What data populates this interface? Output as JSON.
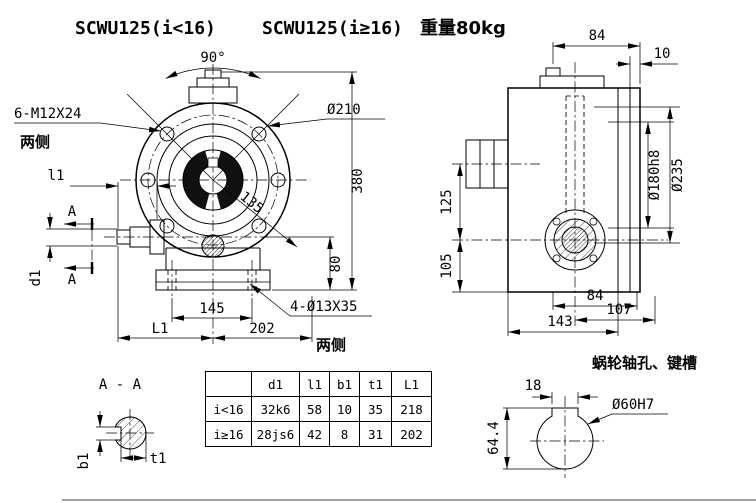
{
  "titles": {
    "model_low": "SCWU125(i<16)",
    "model_high": "SCWU125(i≥16)",
    "weight": "重量80kg"
  },
  "front_view": {
    "angle_label": "90°",
    "bolt_callout": "6-M12X24",
    "both_sides": "两侧",
    "outer_dia": "Ø210",
    "overall_height": "380",
    "dim_135": "135",
    "dim_80": "80",
    "dim_145": "145",
    "dim_202": "202",
    "foot_holes": "4-Ø13X35",
    "shaft_len": "l1",
    "section_mark": "A",
    "shaft_dia": "d1",
    "overall_len": "L1"
  },
  "side_view": {
    "top_width": "84",
    "flange_thickness": "10",
    "bore_dia": "Ø180h8",
    "boss_dia": "Ø235",
    "center_height": "125",
    "base_height": "105",
    "bottom_width": "84",
    "dim_107": "107",
    "dim_143": "143"
  },
  "section_view": {
    "title": "A - A",
    "key_width": "b1",
    "key_depth": "t1"
  },
  "keyway_view": {
    "title": "蜗轮轴孔、键槽",
    "key_width": "18",
    "bore": "Ø60H7",
    "depth": "64.4"
  },
  "table": {
    "headers": [
      "",
      "d1",
      "l1",
      "b1",
      "t1",
      "L1"
    ],
    "rows": [
      {
        "label": "i<16",
        "values": [
          "32k6",
          "58",
          "10",
          "35",
          "218"
        ]
      },
      {
        "label": "i≥16",
        "values": [
          "28js6",
          "42",
          "8",
          "31",
          "202"
        ]
      }
    ]
  }
}
